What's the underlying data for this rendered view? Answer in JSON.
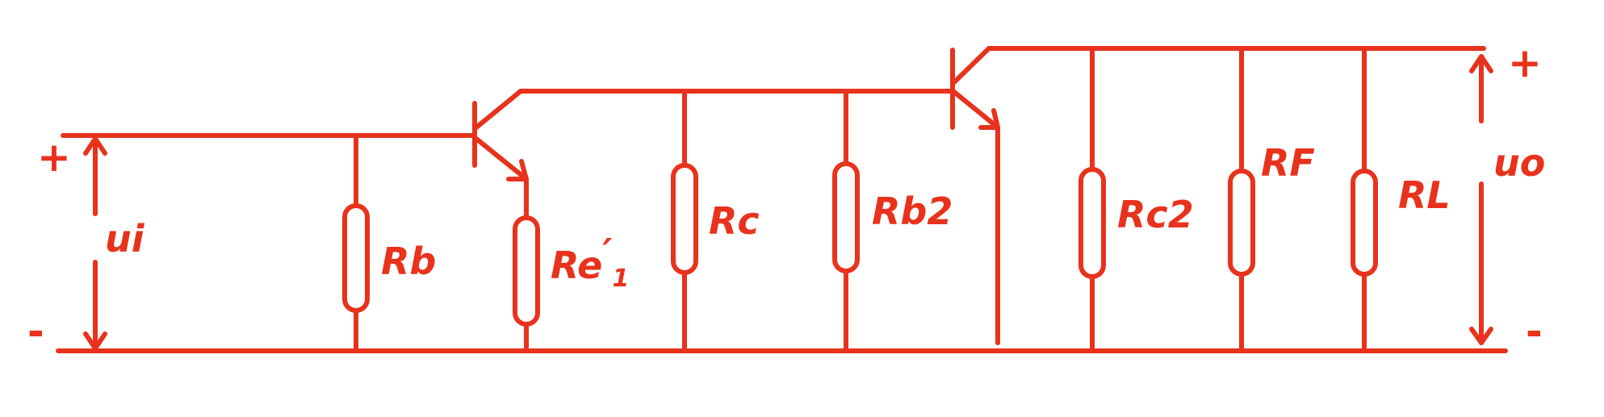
{
  "diagram": {
    "stroke_color": "#e8321c",
    "background": "#ffffff",
    "input": {
      "plus": "+",
      "minus": "-",
      "label": "ui"
    },
    "output": {
      "plus": "+",
      "minus": "-",
      "label": "uo"
    },
    "resistors": [
      {
        "id": "rb",
        "label": "Rb"
      },
      {
        "id": "re1",
        "label": "Re",
        "prime": "′",
        "sub": "1"
      },
      {
        "id": "rc",
        "label": "Rc"
      },
      {
        "id": "rb2",
        "label": "Rb2"
      },
      {
        "id": "rc2",
        "label": "Rc2"
      },
      {
        "id": "rf",
        "label": "RF"
      },
      {
        "id": "rl",
        "label": "RL"
      }
    ],
    "transistors": [
      {
        "id": "q1",
        "symbol": "npn-transistor"
      },
      {
        "id": "q2",
        "symbol": "npn-transistor"
      }
    ]
  }
}
